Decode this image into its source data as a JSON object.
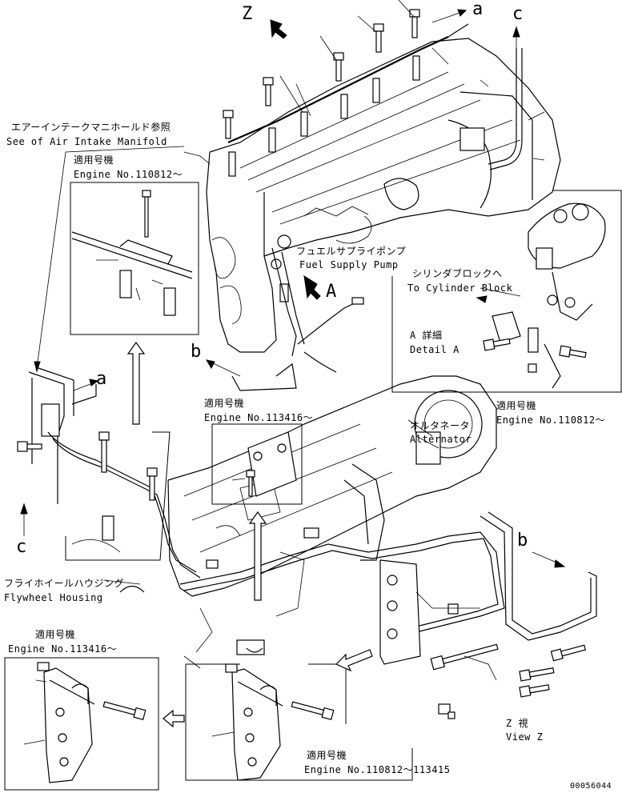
{
  "labels": {
    "view_z_marker": "Z",
    "arrow_a_top": "a",
    "arrow_c_top": "c",
    "arrow_b_mid": "b",
    "arrow_a_left": "a",
    "arrow_c_left": "c",
    "arrow_b_right": "b",
    "detail_a_marker": "A",
    "air_intake_jp": "エアーインテークマニホールド参照",
    "air_intake_en": "See of Air Intake Manifold",
    "applicable_jp_1": "適用号機",
    "engine_no_1": "Engine No.110812～",
    "fuel_pump_jp": "フュエルサプライポンプ",
    "fuel_pump_en": "Fuel Supply Pump",
    "cylinder_block_jp": "シリンダブロックへ",
    "cylinder_block_en": "To Cylinder Block",
    "detail_a_jp": "A 詳細",
    "detail_a_en": "Detail A",
    "applicable_jp_2": "適用号機",
    "engine_no_2": "Engine No.110812～",
    "applicable_jp_3": "適用号機",
    "engine_no_3": "Engine No.113416～",
    "alternator_jp": "オルタネータ",
    "alternator_en": "Alternator",
    "flywheel_jp": "フライホイールハウジング",
    "flywheel_en": "Flywheel Housing",
    "applicable_jp_4": "適用号機",
    "engine_no_4": "Engine No.113416～",
    "view_z_jp": "Z 視",
    "view_z_en": "View Z",
    "applicable_jp_5": "適用号機",
    "engine_no_5": "Engine No.110812～113415",
    "drawing_code": "00056044"
  }
}
